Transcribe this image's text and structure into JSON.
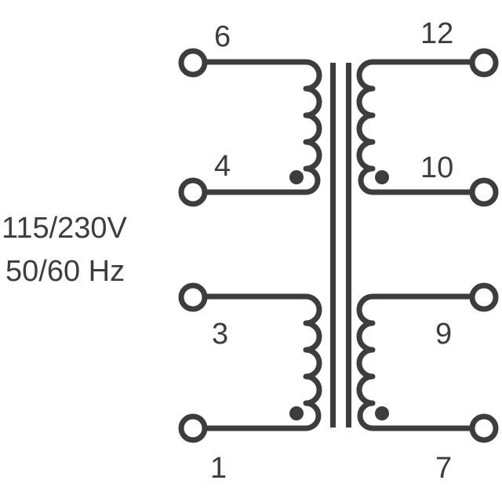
{
  "diagram": {
    "type": "transformer-schematic",
    "stroke_color": "#3d3d3f",
    "background_color": "#ffffff",
    "rating": {
      "voltage": "115/230V",
      "frequency": "50/60 Hz"
    },
    "core": {
      "bars": 2
    },
    "windings": [
      {
        "side": "primary",
        "position": "upper-left",
        "pin_top": "6",
        "pin_bottom": "4",
        "polarity_dot": "bottom"
      },
      {
        "side": "primary",
        "position": "lower-left",
        "pin_top": "3",
        "pin_bottom": "1",
        "polarity_dot": "bottom"
      },
      {
        "side": "secondary",
        "position": "upper-right",
        "pin_top": "12",
        "pin_bottom": "10",
        "polarity_dot": "bottom"
      },
      {
        "side": "secondary",
        "position": "lower-right",
        "pin_top": "9",
        "pin_bottom": "7",
        "polarity_dot": "bottom"
      }
    ],
    "pins": {
      "p6": "6",
      "p4": "4",
      "p3": "3",
      "p1": "1",
      "p12": "12",
      "p10": "10",
      "p9": "9",
      "p7": "7"
    }
  }
}
